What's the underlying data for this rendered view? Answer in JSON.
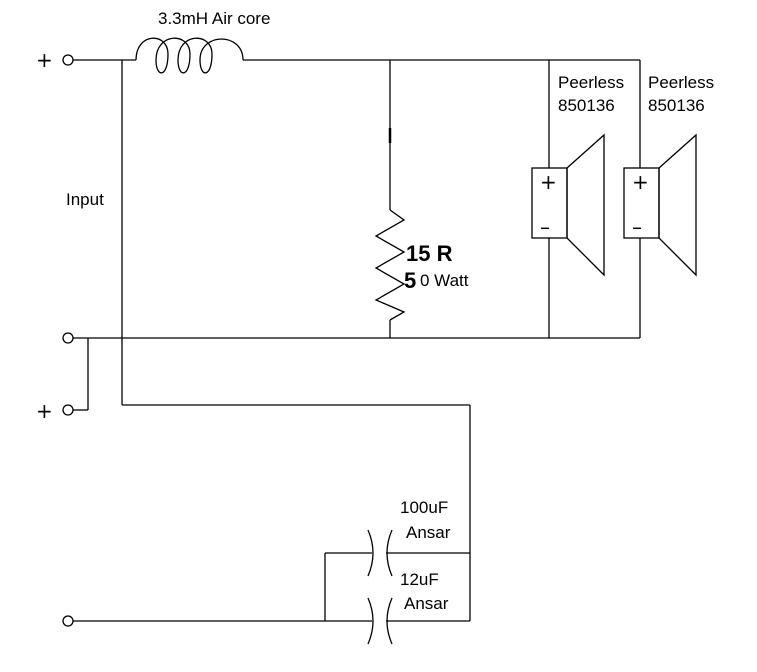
{
  "inductor": {
    "label": "3.3mH Air core"
  },
  "input": {
    "label": "Input",
    "plus_top": "+",
    "plus_bottom": "+"
  },
  "resistor": {
    "value": "15 R",
    "power_prefix": "5",
    "power_rest": "0 Watt"
  },
  "speakers": [
    {
      "brand": "Peerless",
      "model": "850136",
      "plus": "+",
      "minus": "–"
    },
    {
      "brand": "Peerless",
      "model": "850136",
      "plus": "+",
      "minus": "–"
    }
  ],
  "capacitors": [
    {
      "value": "100uF",
      "brand": "Ansar"
    },
    {
      "value": "12uF",
      "brand": "Ansar"
    }
  ]
}
